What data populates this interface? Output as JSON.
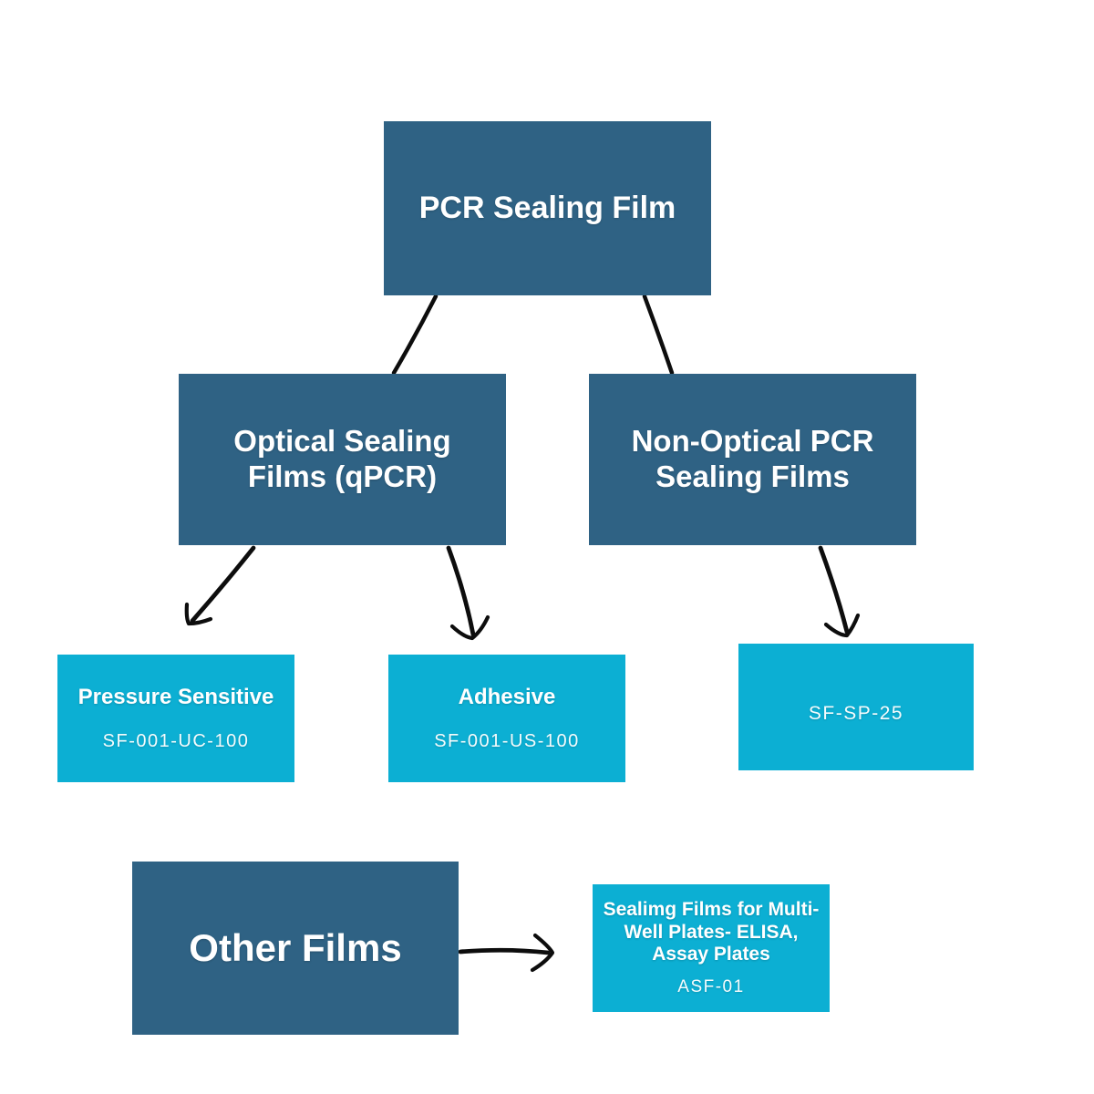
{
  "colors": {
    "background": "#ffffff",
    "dark_box": "#2F6284",
    "cyan_box": "#0CAFD3",
    "box_text": "#ffffff",
    "arrow": "#0d0d0d"
  },
  "nodes": {
    "root": {
      "label": "PCR Sealing Film"
    },
    "optical": {
      "label": "Optical Sealing Films (qPCR)"
    },
    "non_optical": {
      "label": "Non-Optical PCR Sealing Films"
    },
    "pressure_sensitive": {
      "label": "Pressure Sensitive",
      "code": "SF-001-UC-100"
    },
    "adhesive": {
      "label": "Adhesive",
      "code": "SF-001-US-100"
    },
    "sf_sp_25": {
      "code": "SF-SP-25"
    },
    "other_films": {
      "label": "Other Films"
    },
    "multiwell": {
      "label": "Sealimg Films for Multi-Well Plates- ELISA, Assay Plates",
      "code": "ASF-01"
    }
  },
  "edges": [
    {
      "from": "root",
      "to": "optical",
      "arrowhead": false
    },
    {
      "from": "root",
      "to": "non_optical",
      "arrowhead": false
    },
    {
      "from": "optical",
      "to": "pressure_sensitive",
      "arrowhead": true
    },
    {
      "from": "optical",
      "to": "adhesive",
      "arrowhead": true
    },
    {
      "from": "non_optical",
      "to": "sf_sp_25",
      "arrowhead": true
    },
    {
      "from": "other_films",
      "to": "multiwell",
      "arrowhead": true
    }
  ]
}
